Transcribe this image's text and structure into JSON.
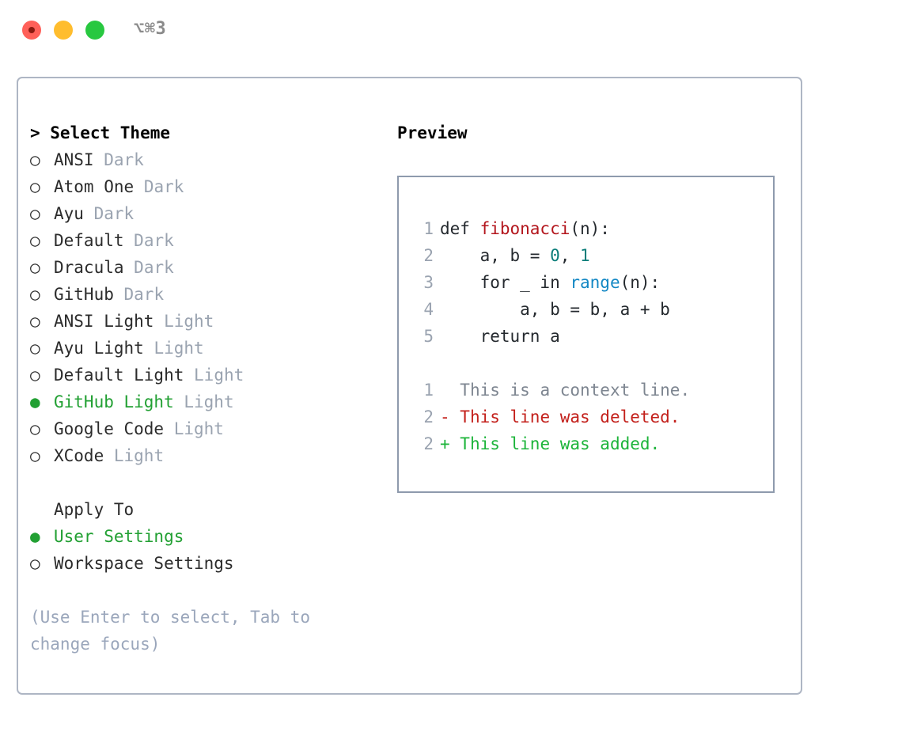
{
  "titlebar": {
    "shortcut": "⌥⌘3",
    "buttons": [
      {
        "name": "close",
        "color": "#ff6059"
      },
      {
        "name": "minimize",
        "color": "#ffbd2e"
      },
      {
        "name": "maximize",
        "color": "#28c840"
      }
    ]
  },
  "theme_picker": {
    "heading": "> Select Theme",
    "marker_selected": "●",
    "marker_unselected": "○",
    "items": [
      {
        "marker": "○",
        "name": "ANSI",
        "kind": "Dark",
        "selected": false
      },
      {
        "marker": "○",
        "name": "Atom One",
        "kind": "Dark",
        "selected": false
      },
      {
        "marker": "○",
        "name": "Ayu",
        "kind": "Dark",
        "selected": false
      },
      {
        "marker": "○",
        "name": "Default",
        "kind": "Dark",
        "selected": false
      },
      {
        "marker": "○",
        "name": "Dracula",
        "kind": "Dark",
        "selected": false
      },
      {
        "marker": "○",
        "name": "GitHub",
        "kind": "Dark",
        "selected": false
      },
      {
        "marker": "○",
        "name": "ANSI Light",
        "kind": "Light",
        "selected": false
      },
      {
        "marker": "○",
        "name": "Ayu Light",
        "kind": "Light",
        "selected": false
      },
      {
        "marker": "○",
        "name": "Default Light",
        "kind": "Light",
        "selected": false
      },
      {
        "marker": "●",
        "name": "GitHub Light",
        "kind": "Light",
        "selected": true
      },
      {
        "marker": "○",
        "name": "Google Code",
        "kind": "Light",
        "selected": false
      },
      {
        "marker": "○",
        "name": "XCode",
        "kind": "Light",
        "selected": false
      }
    ]
  },
  "apply_to": {
    "heading": "Apply To",
    "items": [
      {
        "marker": "●",
        "name": "User Settings",
        "selected": true
      },
      {
        "marker": "○",
        "name": "Workspace Settings",
        "selected": false
      }
    ]
  },
  "help": {
    "line1": "(Use Enter to select, Tab to",
    "line2": "change focus)"
  },
  "preview": {
    "heading": "Preview",
    "code_lines": [
      {
        "num": "1",
        "tokens": [
          {
            "text": "def ",
            "style": "plain"
          },
          {
            "text": "fibonacci",
            "style": "fn"
          },
          {
            "text": "(n):",
            "style": "plain"
          }
        ]
      },
      {
        "num": "2",
        "tokens": [
          {
            "text": "    a, b = ",
            "style": "plain"
          },
          {
            "text": "0",
            "style": "num"
          },
          {
            "text": ", ",
            "style": "plain"
          },
          {
            "text": "1",
            "style": "num"
          }
        ]
      },
      {
        "num": "3",
        "tokens": [
          {
            "text": "    for _ in ",
            "style": "plain"
          },
          {
            "text": "range",
            "style": "call"
          },
          {
            "text": "(n):",
            "style": "plain"
          }
        ]
      },
      {
        "num": "4",
        "tokens": [
          {
            "text": "        a, b = b, a + b",
            "style": "plain"
          }
        ]
      },
      {
        "num": "5",
        "tokens": [
          {
            "text": "    return a",
            "style": "plain"
          }
        ]
      }
    ],
    "diff_lines": [
      {
        "num": "1",
        "sign": " ",
        "text": "This is a context line.",
        "kind": "context"
      },
      {
        "num": "2",
        "sign": "-",
        "text": "This line was deleted.",
        "kind": "deleted"
      },
      {
        "num": "2",
        "sign": "+",
        "text": "This line was added.",
        "kind": "added"
      }
    ]
  },
  "colors": {
    "accent_green": "#22a033",
    "muted_gray": "#9aa3b0",
    "help_blue_gray": "#9aa6bb",
    "border": "#aeb6c4",
    "preview_border": "#8e9aad",
    "syntax_function": "#b3161d",
    "syntax_number": "#0a7d79",
    "syntax_call": "#1287c4",
    "diff_deleted": "#c3201b",
    "diff_added": "#1cb43a",
    "diff_context": "#7d8590"
  }
}
